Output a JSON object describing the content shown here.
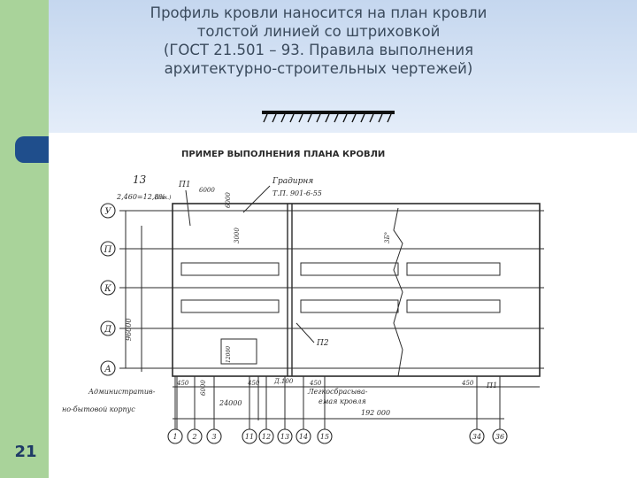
{
  "title_lines": [
    "Профиль кровли наносится на план кровли",
    "толстой линией со штриховкой",
    "(ГОСТ 21.501 – 93. Правила выполнения",
    "архитектурно-строительных чертежей)"
  ],
  "slide_number": "21",
  "drawing": {
    "heading": "ПРИМЕР ВЫПОЛНЕНИЯ ПЛАНА КРОВЛИ",
    "top_left_mark": "13",
    "slope_note": "2,460=12,8%",
    "slope_sub": "(вых.)",
    "label_p1": "П1",
    "dim_6000_top": "6000",
    "dim_6000_vert": "6000",
    "dim_3000": "3000",
    "gradirnya": "Градирня",
    "tp_code": "Т.П. 901-6-55",
    "row_labels": [
      "У",
      "П",
      "К",
      "Д",
      "А"
    ],
    "dim_96000": "96000",
    "dim_3b": "3Б°",
    "label_p2": "П2",
    "dim_450_a": "450",
    "dim_450_b": "450",
    "dim_450_c": "450",
    "dim_450_d": "450",
    "dim_6000_low": "6000",
    "dim_12000": "12000",
    "dim_24000": "24000",
    "dim_d_100": "Д.100",
    "label_admin": "Административ-",
    "label_admin2": "но-бытовой корпус",
    "label_roof": "Легкосбрасыва-",
    "label_roof2": "емая кровля",
    "dim_192000": "192 000",
    "label_p1_right": "П1",
    "col_labels": [
      "1",
      "2",
      "3",
      "11",
      "12",
      "13",
      "14",
      "15",
      "34",
      "36"
    ]
  }
}
